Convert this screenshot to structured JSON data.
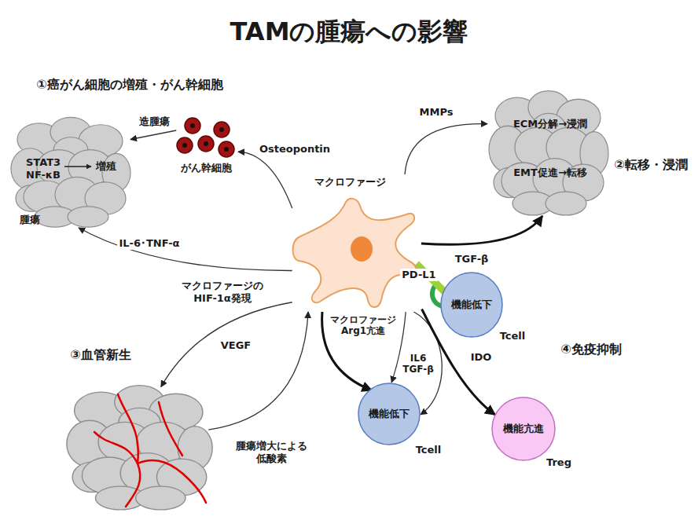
{
  "diagram": {
    "title": "TAMの腫瘍への影響",
    "nodes": [
      {
        "text": [
          "STAT3 NF-κB",
          "増殖",
          "腫瘍"
        ]
      },
      {
        "text": [
          "がん幹細胞"
        ]
      },
      {
        "text": [
          "ECM分解→浸潤",
          "EMT促進→転移"
        ]
      },
      {
        "text": [
          "マクロファージ"
        ]
      },
      {
        "text": [
          "機能低下",
          "Tcell"
        ]
      },
      {
        "text": [
          "③血管新生"
        ]
      },
      {
        "text": [
          "機能低下",
          "Tcell"
        ]
      },
      {
        "text": [
          "機能亢進",
          "Treg"
        ]
      }
    ],
    "edges": [
      {
        "from": 1,
        "to": 0,
        "label": "造腫瘍",
        "arrow": "to"
      },
      {
        "from": 3,
        "to": 1,
        "label": "Osteopontin",
        "arrow": "to"
      },
      {
        "from": 3,
        "to": 0,
        "label": "IL-6･TNF-α",
        "arrow": "to"
      },
      {
        "from": 3,
        "to": 2,
        "label": "MMPs",
        "arrow": "to"
      },
      {
        "from": 3,
        "to": 2,
        "label": "TGF-β",
        "arrow": "to"
      },
      {
        "from": 3,
        "to": 4,
        "label": "PD-L1",
        "arrow": "none"
      },
      {
        "from": 3,
        "to": 5,
        "label": "VEGF",
        "arrow": "to"
      },
      {
        "from": 5,
        "to": 3,
        "label": "腫瘍増大による 低酸素",
        "arrow": "to"
      },
      {
        "from": 3,
        "to": 6,
        "arrow": "to"
      },
      {
        "from": 3,
        "to": 6,
        "label": "IL6 TGF-β",
        "arrow": "to"
      },
      {
        "from": 3,
        "to": 6,
        "label": "IDO",
        "arrow": "to"
      },
      {
        "from": 3,
        "to": 7,
        "arrow": "to"
      }
    ],
    "labels": [
      "①癌がん細胞の増殖・がん幹細胞",
      "②転移・浸潤",
      "④免疫抑制",
      "マクロファージの HIF-1α発現",
      "マクロファージ Arg1亢進"
    ]
  }
}
